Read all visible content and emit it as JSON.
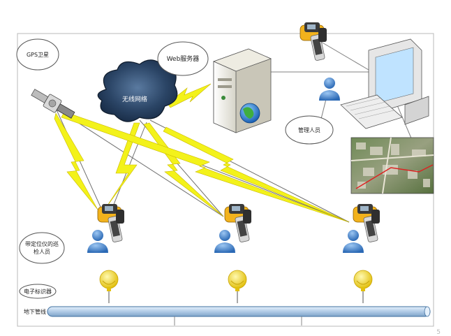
{
  "title": "",
  "labels": {
    "gps": "GPS卫星",
    "web_server": "Web服务器",
    "wireless": "无线网络",
    "admin": "管理人员",
    "inspector_line1": "带定位仪的巡",
    "inspector_line2": "检人员",
    "marker": "电子标识器",
    "pipeline": "地下管线"
  },
  "slide_number": "5",
  "colors": {
    "frame": "#b9b9b9",
    "lightning": "#f3f21a",
    "signal_line": "#6e6e6e",
    "device_yellow": "#f2b21c",
    "person_blue": "#3d7fcc",
    "marker_yellow": "#f6e24a",
    "pipe_blue": "#b8d3ec",
    "cloud_dark": "#243c5c"
  }
}
